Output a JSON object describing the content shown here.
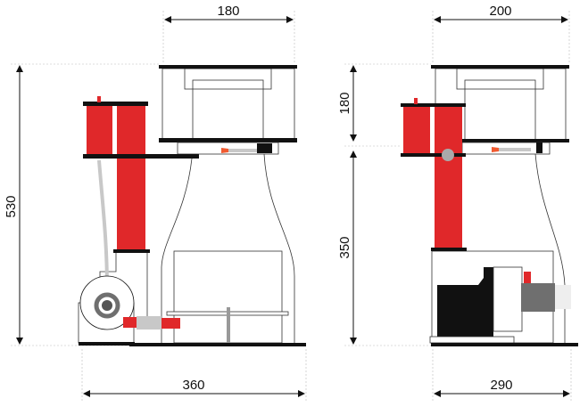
{
  "dimensions": {
    "front_top_width": "180",
    "side_top_width": "200",
    "front_total_height": "530",
    "side_cup_height": "180",
    "side_body_height": "350",
    "front_base_width": "360",
    "side_base_width": "290"
  },
  "colors": {
    "red": "#e0282a",
    "black": "#111111",
    "gray": "#c8c8c8",
    "dark_gray": "#6f6f6f",
    "orange": "#f05a30"
  }
}
